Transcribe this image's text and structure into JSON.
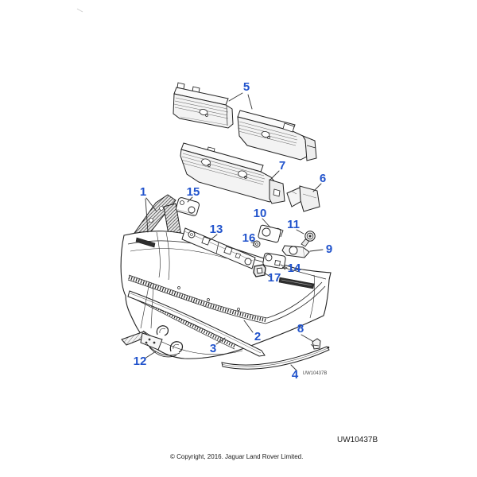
{
  "page": {
    "background": "#ffffff"
  },
  "callouts": [
    "1",
    "2",
    "3",
    "4",
    "5",
    "6",
    "7",
    "8",
    "9",
    "10",
    "11",
    "12",
    "13",
    "14",
    "15",
    "16",
    "17"
  ],
  "codes": {
    "inline_code": "UW10437B",
    "corner_code": "UW10437B"
  },
  "footer": {
    "copyright": "© Copyright, 2016. Jaguar Land Rover Limited."
  },
  "colors": {
    "callout": "#2153cc",
    "line": "#222222"
  }
}
